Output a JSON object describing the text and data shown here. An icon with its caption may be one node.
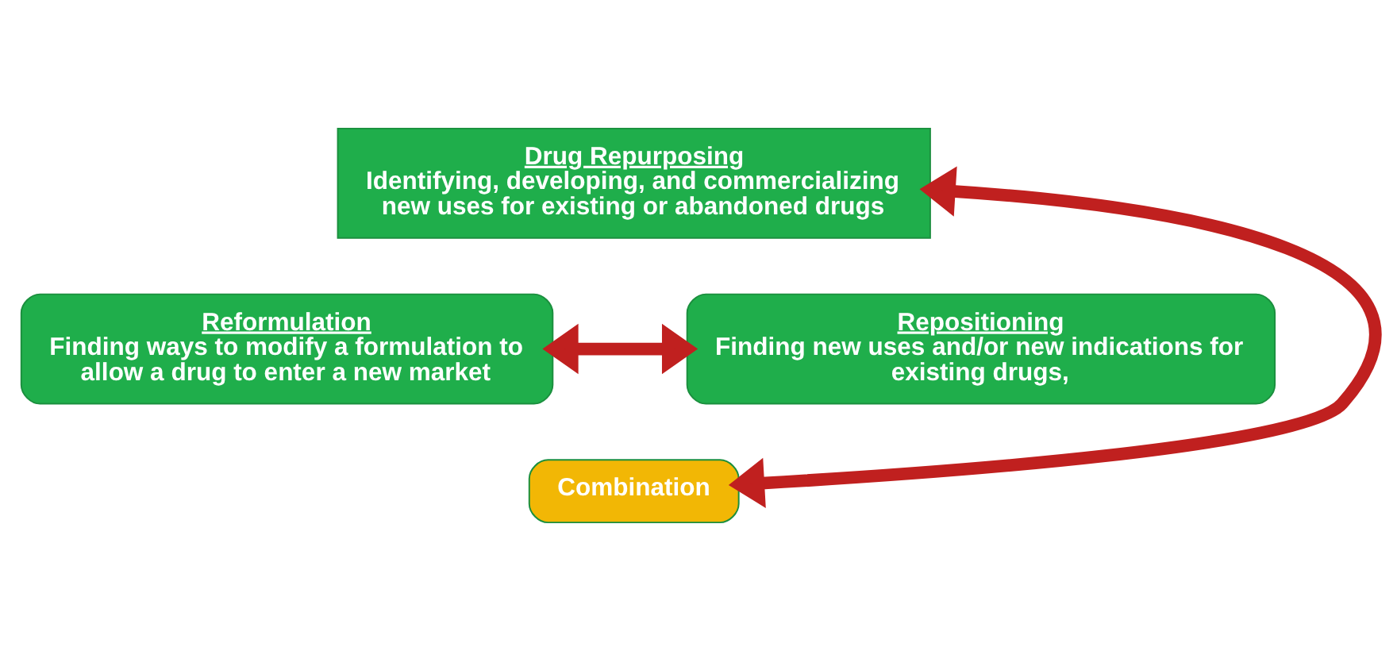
{
  "diagram": {
    "nodes": [
      {
        "text": [
          "Drug Repurposing",
          "Identifying, developing, and commercializing new uses for existing or abandoned drugs"
        ]
      },
      {
        "text": [
          "Reformulation",
          "Finding ways to modify a formulation to allow a drug to enter a new market"
        ]
      },
      {
        "text": [
          "Repositioning",
          "Finding new uses and/or new indications for existing drugs,"
        ]
      },
      {
        "text": [
          "Combination"
        ]
      }
    ],
    "edges": [
      {
        "from": 0,
        "to": 3,
        "arrow": "both",
        "color": "#c0201f"
      },
      {
        "from": 1,
        "to": 2,
        "arrow": "both",
        "color": "#c0201f"
      }
    ]
  }
}
